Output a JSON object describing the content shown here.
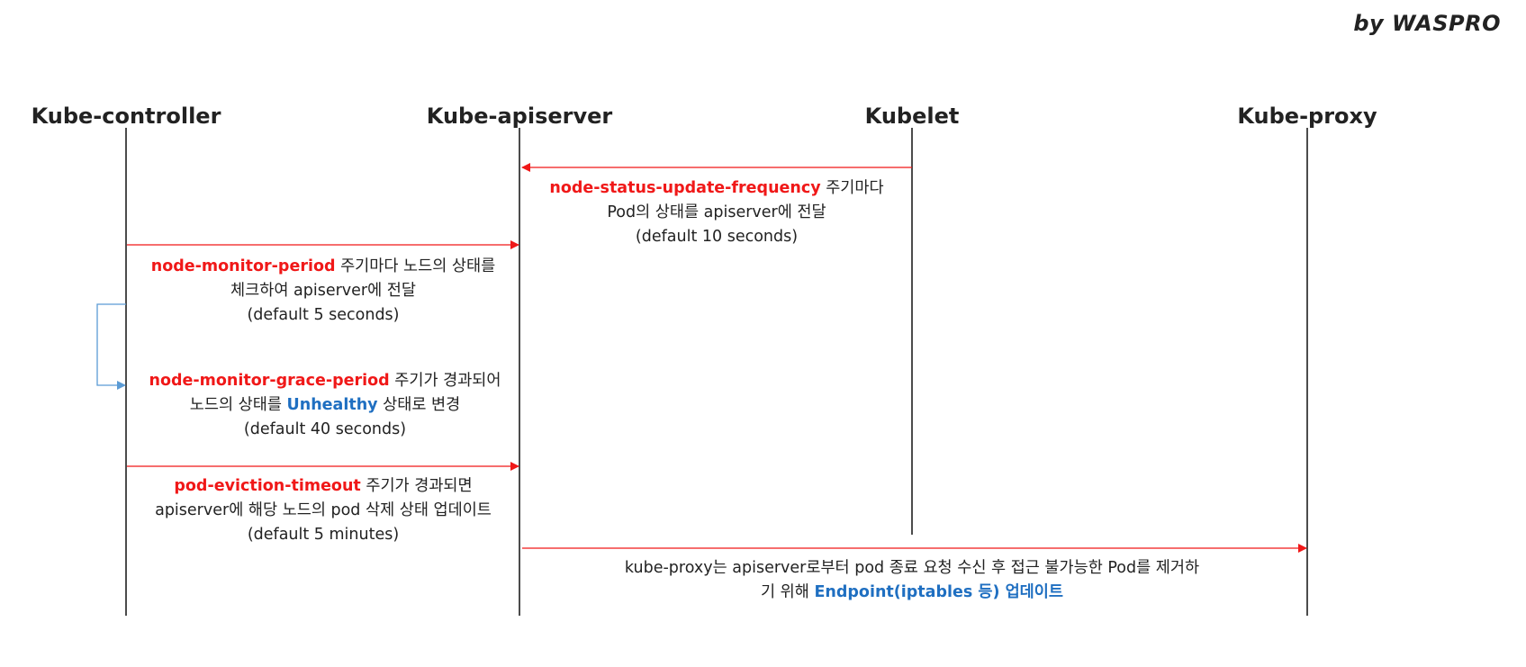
{
  "credit": "by WASPRO",
  "actors": [
    "Kube-controller",
    "Kube-apiserver",
    "Kubelet",
    "Kube-proxy"
  ],
  "colors": {
    "arrow_red": "#f01818",
    "arrow_blue": "#5b9bd5",
    "text_red": "#f01818",
    "text_blue": "#1f6fc1",
    "line": "#111111"
  },
  "messages": {
    "kubelet_update": {
      "param": "node-status-update-frequency",
      "line1_rest": " 주기마다",
      "line2": "Pod의 상태를 apiserver에 전달",
      "line3": "(default 10 seconds)"
    },
    "node_monitor": {
      "param": "node-monitor-period",
      "line1_rest": " 주기마다 노드의 상태를",
      "line2": "체크하여 apiserver에 전달",
      "line3": "(default 5 seconds)"
    },
    "grace_period": {
      "param": "node-monitor-grace-period",
      "line1_rest": " 주기가 경과되어",
      "line2_pre": "노드의 상태를 ",
      "line2_highlight": "Unhealthy",
      "line2_post": " 상태로 변경",
      "line3": "(default 40 seconds)"
    },
    "eviction": {
      "param": "pod-eviction-timeout",
      "line1_rest": " 주기가 경과되면",
      "line2": "apiserver에 해당 노드의 pod 삭제 상태 업데이트",
      "line3": "(default 5 minutes)"
    },
    "kube_proxy": {
      "line1": "kube-proxy는 apiserver로부터 pod 종료 요청 수신 후 접근 불가능한 Pod를 제거하",
      "line2_pre": "기 위해 ",
      "line2_highlight": "Endpoint(iptables 등) 업데이트"
    }
  }
}
